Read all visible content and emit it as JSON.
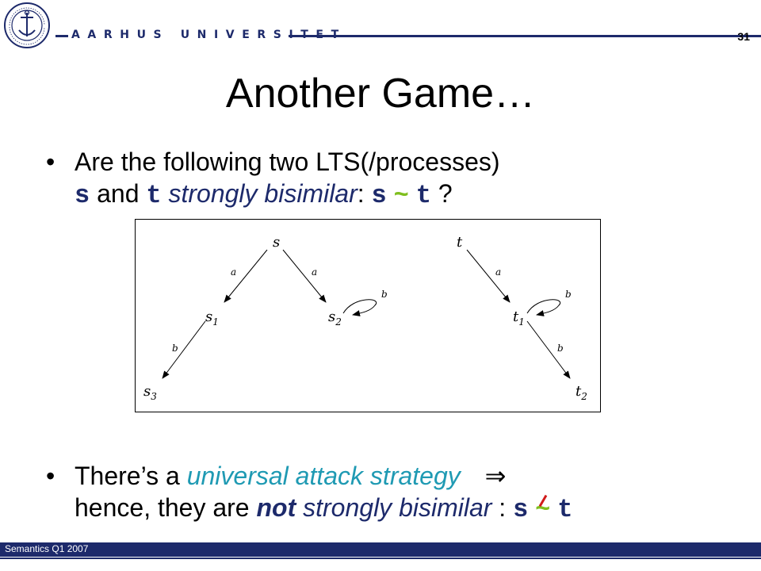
{
  "header": {
    "university": "AARHUS UNIVERSITET",
    "slide_number": "31"
  },
  "title": "Another Game…",
  "bullet1": {
    "text_a": "Are the following two LTS(/processes)",
    "s": "s",
    "and": " and ",
    "t": "t",
    "strongly_bisimilar": "strongly bisimilar",
    "colon": ": ",
    "s2": "s",
    "tilde": "~",
    "t2": "t",
    "question": " ?"
  },
  "figure": {
    "states": [
      "s",
      "s1",
      "s2",
      "s3",
      "t",
      "t1",
      "t2"
    ],
    "labels": {
      "a": "a",
      "b": "b"
    }
  },
  "bullet2": {
    "text_a": "There’s a ",
    "universal_attack_strategy": "universal attack strategy",
    "implies": "⇒",
    "hence": "hence, they are ",
    "not": "not",
    "strongly_bisimilar": " strongly bisimilar",
    "colon": " : ",
    "s": "s",
    "not_tilde": "~",
    "t": "t"
  },
  "footer": {
    "text": "Semantics Q1 2007"
  },
  "colors": {
    "navy": "#1d2a6b",
    "teal": "#1f9ab3",
    "green": "#7fbf1e",
    "red": "#d11a1a"
  }
}
